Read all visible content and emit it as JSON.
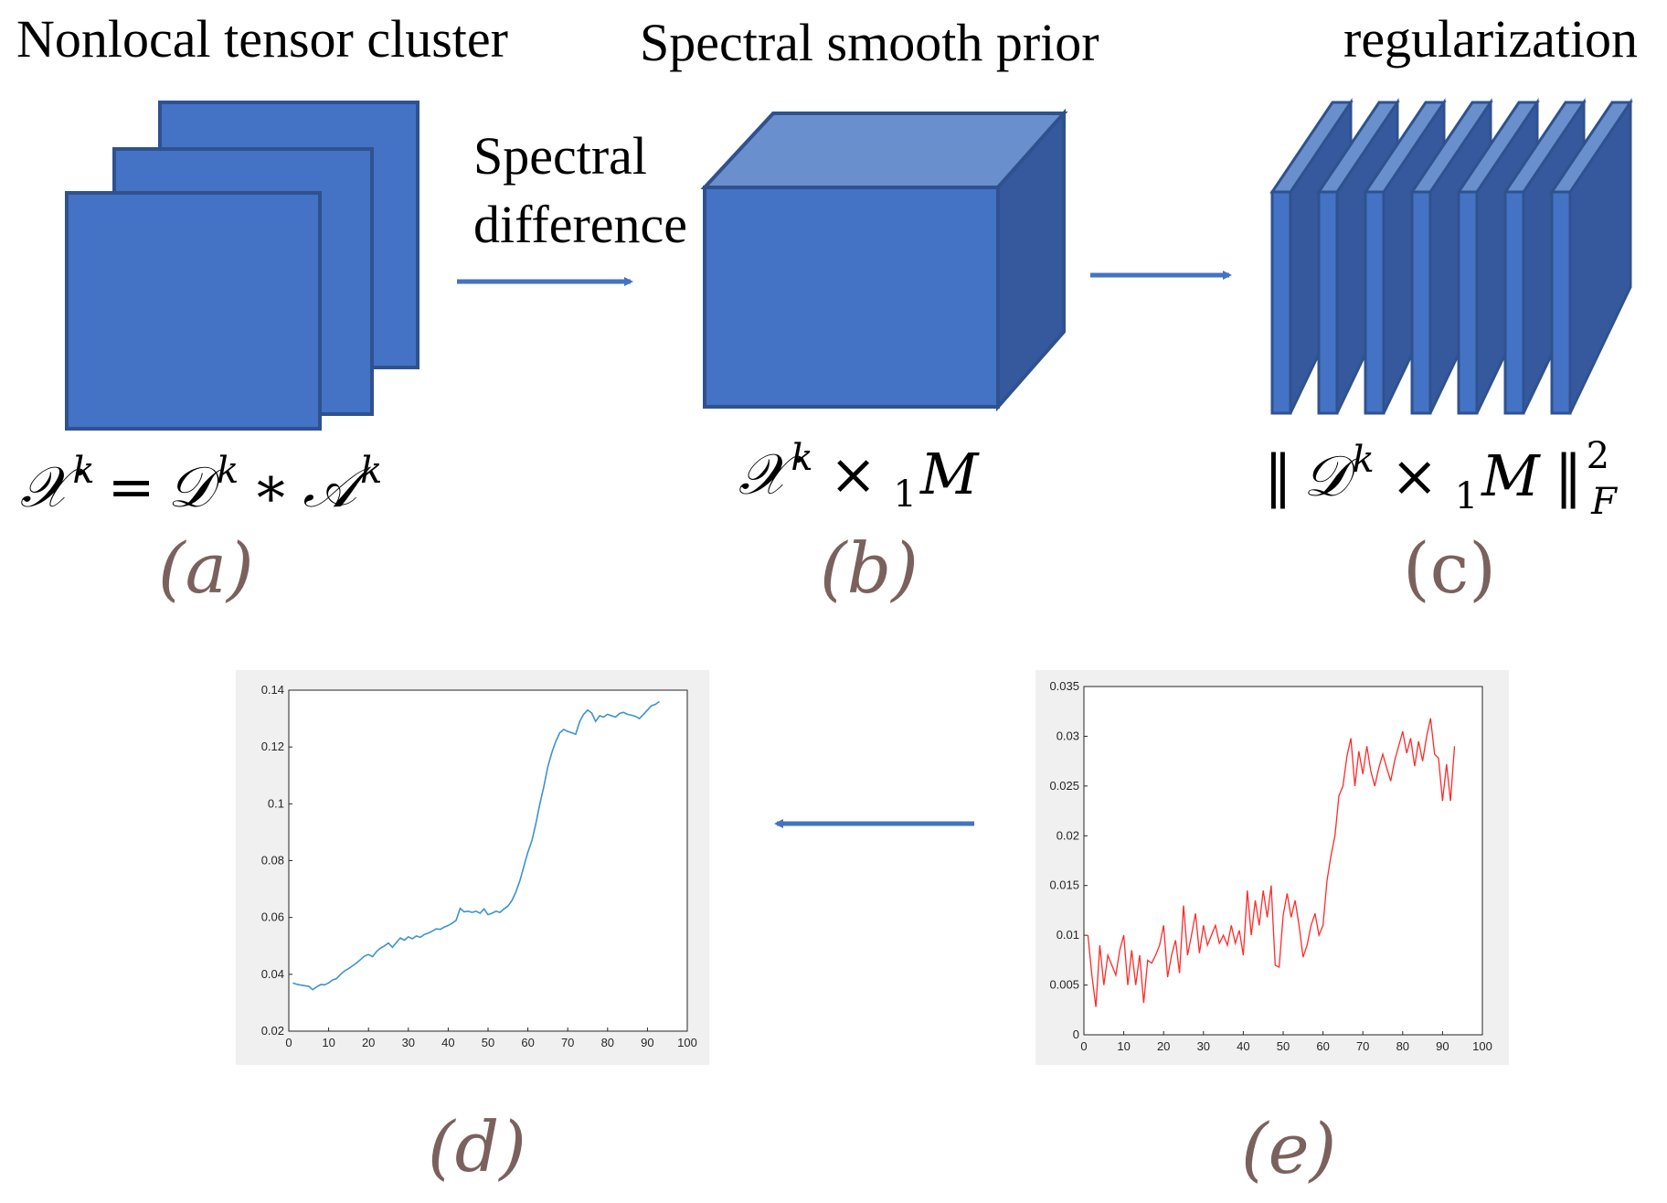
{
  "headings": {
    "cluster": "Nonlocal tensor cluster",
    "prior": "Spectral smooth prior",
    "regularization": "regularization",
    "arrow_label_line1": "Spectral",
    "arrow_label_line2": "difference"
  },
  "formulas": {
    "a": {
      "X": "𝒳",
      "k1": "k",
      "eq": "=",
      "D": "𝒟",
      "k2": "k",
      "star": "∗",
      "A": "𝒜",
      "k3": "k"
    },
    "b": {
      "X": "𝒳",
      "k": "k",
      "times": "×",
      "one": "1",
      "M": "M"
    },
    "c": {
      "norm_l": "‖",
      "D": "𝒟",
      "k": "k",
      "times": "×",
      "one": "1",
      "M": "M",
      "norm_r": "‖",
      "two": "2",
      "F": "F"
    }
  },
  "panel_labels": {
    "a": "(a)",
    "b": "(b)",
    "c": "(c)",
    "d": "(d)",
    "e": "(e)"
  },
  "colors": {
    "block_front": "#4472c4",
    "block_top": "#6a8fcd",
    "block_side": "#35599c",
    "block_edge": "#2f528f",
    "arrow": "#4472c4",
    "plot_d_line": "#3d93cf",
    "plot_e_line": "#ff2a2a",
    "plot_frame_bg": "#f0f0f0",
    "panel_label": "#7b615d"
  },
  "chart_data": [
    {
      "type": "line",
      "panel": "(d)",
      "xlim": [
        0,
        100
      ],
      "ylim": [
        0.02,
        0.14
      ],
      "xticks": [
        "0",
        "10",
        "20",
        "30",
        "40",
        "50",
        "60",
        "70",
        "80",
        "90",
        "100"
      ],
      "yticks": [
        "0.02",
        "0.04",
        "0.06",
        "0.08",
        "0.1",
        "0.12",
        "0.14"
      ],
      "grid": false,
      "series": [
        {
          "x": [
            1,
            2,
            3,
            4,
            5,
            6,
            7,
            8,
            9,
            10,
            11,
            12,
            13,
            14,
            15,
            16,
            17,
            18,
            19,
            20,
            21,
            22,
            23,
            24,
            25,
            26,
            27,
            28,
            29,
            30,
            31,
            32,
            33,
            34,
            35,
            36,
            37,
            38,
            39,
            40,
            41,
            42,
            43,
            44,
            45,
            46,
            47,
            48,
            49,
            50,
            51,
            52,
            53,
            54,
            55,
            56,
            57,
            58,
            59,
            60,
            61,
            62,
            63,
            64,
            65,
            66,
            67,
            68,
            69,
            70,
            71,
            72,
            73,
            74,
            75,
            76,
            77,
            78,
            79,
            80,
            81,
            82,
            83,
            84,
            85,
            86,
            87,
            88,
            89,
            90,
            91,
            92,
            93
          ],
          "y": [
            0.037,
            0.0365,
            0.0362,
            0.036,
            0.0358,
            0.0346,
            0.0356,
            0.0364,
            0.0363,
            0.037,
            0.038,
            0.0385,
            0.04,
            0.0412,
            0.042,
            0.043,
            0.044,
            0.0452,
            0.0464,
            0.047,
            0.0462,
            0.048,
            0.0492,
            0.05,
            0.051,
            0.0495,
            0.0512,
            0.0528,
            0.052,
            0.0532,
            0.0525,
            0.0535,
            0.053,
            0.054,
            0.0545,
            0.0552,
            0.056,
            0.0558,
            0.0566,
            0.0572,
            0.058,
            0.059,
            0.0632,
            0.062,
            0.0622,
            0.0618,
            0.0622,
            0.0615,
            0.063,
            0.061,
            0.0615,
            0.0622,
            0.0618,
            0.063,
            0.064,
            0.066,
            0.069,
            0.073,
            0.078,
            0.083,
            0.087,
            0.093,
            0.1,
            0.106,
            0.113,
            0.118,
            0.122,
            0.125,
            0.1262,
            0.1255,
            0.125,
            0.1245,
            0.129,
            0.1315,
            0.133,
            0.132,
            0.129,
            0.131,
            0.1305,
            0.1315,
            0.131,
            0.1305,
            0.1318,
            0.1322,
            0.1315,
            0.1312,
            0.1308,
            0.13,
            0.1315,
            0.133,
            0.1345,
            0.135,
            0.136
          ]
        }
      ]
    },
    {
      "type": "line",
      "panel": "(e)",
      "xlim": [
        0,
        100
      ],
      "ylim": [
        0,
        0.035
      ],
      "xticks": [
        "0",
        "10",
        "20",
        "30",
        "40",
        "50",
        "60",
        "70",
        "80",
        "90",
        "100"
      ],
      "yticks": [
        "0",
        "0.005",
        "0.01",
        "0.015",
        "0.02",
        "0.025",
        "0.03",
        "0.035"
      ],
      "grid": false,
      "series": [
        {
          "x": [
            1,
            2,
            3,
            4,
            5,
            6,
            7,
            8,
            9,
            10,
            11,
            12,
            13,
            14,
            15,
            16,
            17,
            18,
            19,
            20,
            21,
            22,
            23,
            24,
            25,
            26,
            27,
            28,
            29,
            30,
            31,
            32,
            33,
            34,
            35,
            36,
            37,
            38,
            39,
            40,
            41,
            42,
            43,
            44,
            45,
            46,
            47,
            48,
            49,
            50,
            51,
            52,
            53,
            54,
            55,
            56,
            57,
            58,
            59,
            60,
            61,
            62,
            63,
            64,
            65,
            66,
            67,
            68,
            69,
            70,
            71,
            72,
            73,
            74,
            75,
            76,
            77,
            78,
            79,
            80,
            81,
            82,
            83,
            84,
            85,
            86,
            87,
            88,
            89,
            90,
            91,
            92,
            93
          ],
          "y": [
            0.01,
            0.006,
            0.0028,
            0.009,
            0.005,
            0.008,
            0.007,
            0.006,
            0.0085,
            0.01,
            0.005,
            0.0085,
            0.005,
            0.008,
            0.0032,
            0.0075,
            0.0072,
            0.008,
            0.009,
            0.011,
            0.0058,
            0.008,
            0.0095,
            0.0062,
            0.013,
            0.008,
            0.01,
            0.0122,
            0.0082,
            0.011,
            0.009,
            0.01,
            0.011,
            0.0092,
            0.01,
            0.009,
            0.011,
            0.0092,
            0.0105,
            0.008,
            0.0145,
            0.01,
            0.0135,
            0.011,
            0.0145,
            0.0118,
            0.015,
            0.007,
            0.0068,
            0.012,
            0.0142,
            0.0118,
            0.0135,
            0.011,
            0.0078,
            0.009,
            0.011,
            0.0122,
            0.01,
            0.011,
            0.0155,
            0.018,
            0.02,
            0.024,
            0.025,
            0.028,
            0.0298,
            0.025,
            0.0285,
            0.0262,
            0.029,
            0.0265,
            0.025,
            0.0268,
            0.0282,
            0.0268,
            0.0255,
            0.0276,
            0.029,
            0.0305,
            0.0283,
            0.0298,
            0.027,
            0.0295,
            0.0275,
            0.03,
            0.0318,
            0.0282,
            0.0278,
            0.0235,
            0.0272,
            0.0235,
            0.029
          ]
        }
      ]
    }
  ]
}
